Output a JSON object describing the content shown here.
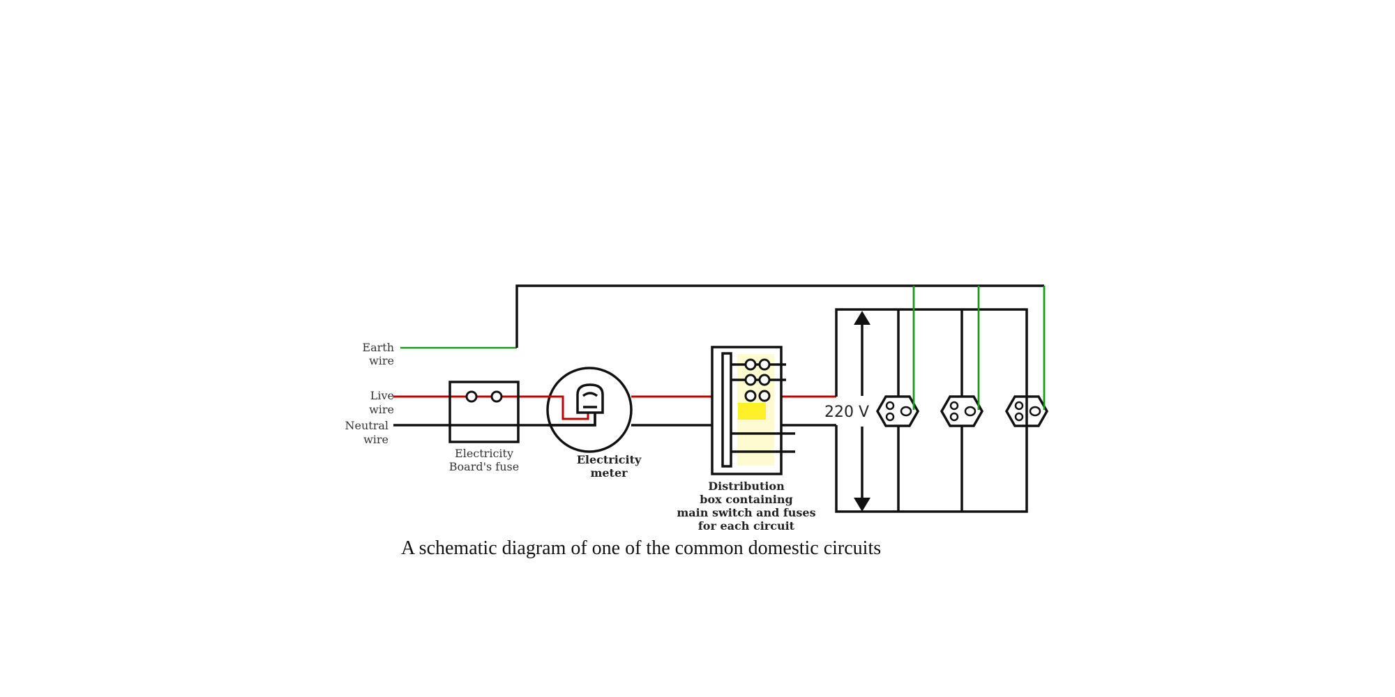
{
  "labels": {
    "earth": [
      "Earth",
      "wire"
    ],
    "live": [
      "Live",
      "wire"
    ],
    "neutral": [
      "Neutral",
      "wire"
    ],
    "board_fuse": [
      "Electricity",
      "Board's fuse"
    ],
    "meter": [
      "Electricity",
      "meter"
    ],
    "distribution": [
      "Distribution",
      "box containing",
      "main switch and fuses",
      "for each circuit"
    ],
    "voltage": "220 V"
  },
  "caption": "A schematic diagram of one of the common domestic circuits",
  "colors": {
    "live": "#c00000",
    "earth": "#1a9a1a",
    "neutral": "#111111",
    "highlight": "#ffee00"
  }
}
